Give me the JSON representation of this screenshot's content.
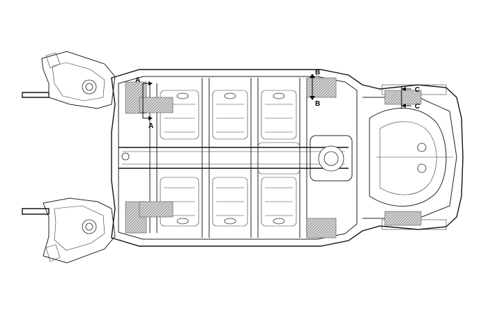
{
  "figure": {
    "callouts": {
      "a_top": "A",
      "a_bottom": "A",
      "b_top": "B",
      "b_bottom": "B",
      "c_top": "C",
      "c_bottom": "C"
    }
  },
  "colors": {
    "line": "#222222",
    "hatch": "#888888",
    "background": "#ffffff"
  }
}
